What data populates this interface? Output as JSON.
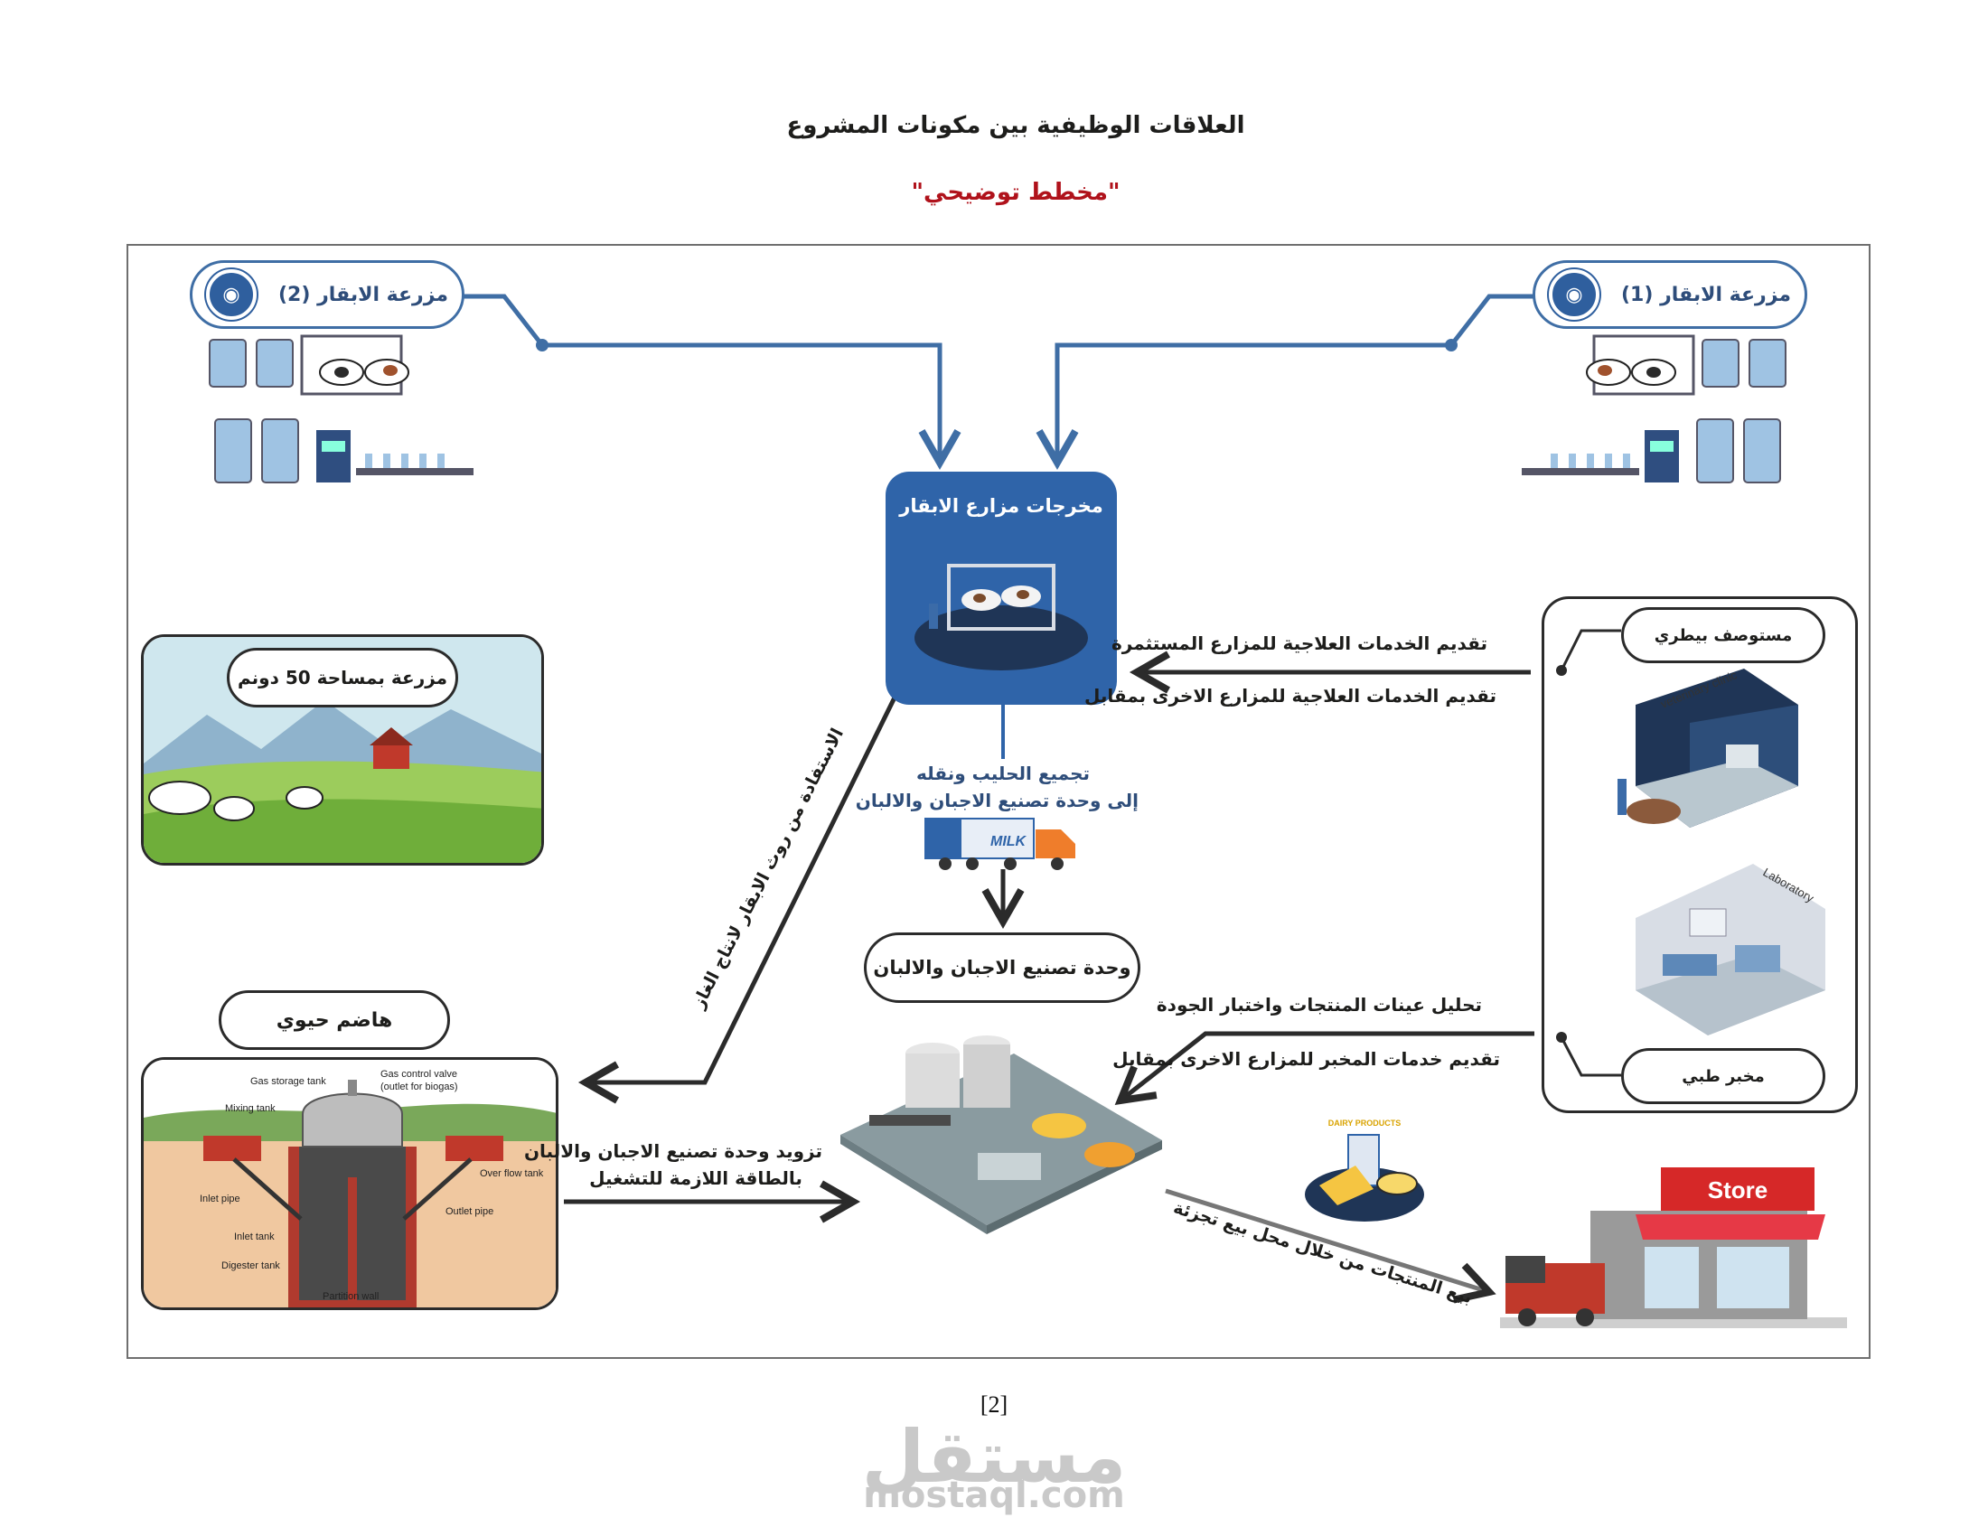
{
  "header": {
    "title": "العلاقات الوظيفية بين مكونات المشروع",
    "subtitle": "\"مخطط توضيحي\""
  },
  "nodes": {
    "farm1": "مزرعة الابقار (1)",
    "farm2": "مزرعة الابقار (2)",
    "hub": "مخرجات مزارع الابقار",
    "land": "مزرعة بمساحة 50 دونم",
    "dairy_unit": "وحدة تصنيع الاجبان والالبان",
    "digester": "هاضم حيوي",
    "vet_hospital": "مستوصف بيطري",
    "lab": "مخبر طبي"
  },
  "edges": {
    "vet_line1": "تقديم الخدمات العلاجية للمزارع المستثمرة",
    "vet_line2": "تقديم الخدمات العلاجية للمزارع الاخرى بمقابل",
    "milk_line1": "تجميع الحليب ونقله",
    "milk_line2": "إلى وحدة تصنيع الاجبان والالبان",
    "dung": "الاستفادة من روث الابقار لانتاج الغاز",
    "lab_line1": "تحليل عينات المنتجات واختبار الجودة",
    "lab_line2": "تقديم خدمات المخبر للمزارع الاخرى بمقابل",
    "energy_line1": "تزويد وحدة تصنيع الاجبان والالبان",
    "energy_line2": "بالطاقة اللازمة للتشغيل",
    "retail": "بيع المنتجات من خلال محل بيع تجزئة"
  },
  "illustration_text": {
    "truck": "MILK",
    "store": "Store",
    "dairy_badge": "DAIRY PRODUCTS",
    "vet_clinic": "veterinary clinic",
    "laboratory": "Laboratory",
    "digester_parts": {
      "gas_storage": "Gas storage tank",
      "gas_valve": "Gas control valve",
      "gas_valve_note": "(outlet for biogas)",
      "mixing": "Mixing tank",
      "overflow": "Over flow tank",
      "inlet_pipe": "Inlet pipe",
      "outlet_pipe": "Outlet pipe",
      "inlet_tank": "Inlet tank",
      "digester_tank": "Digester tank",
      "partition": "Partition wall"
    }
  },
  "footer": {
    "page_number": "[2]",
    "watermark_ar": "مستقل",
    "watermark_en": "mostaql.com"
  },
  "colors": {
    "accent": "#2f64a9",
    "subtitle": "#b0121b",
    "line": "#3f6ea5",
    "dark": "#2b2b2b"
  }
}
